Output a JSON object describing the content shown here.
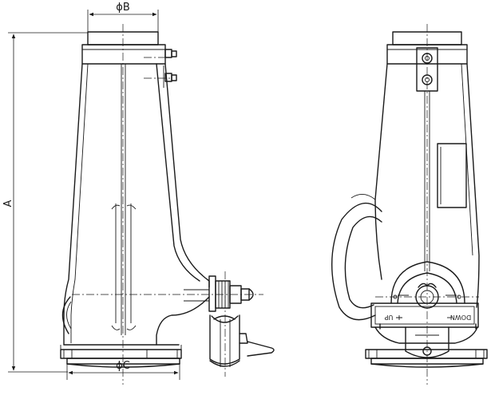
{
  "dimensions": {
    "height_label": "A",
    "top_diameter_label": "ϕB",
    "base_diameter_label": "ϕC"
  },
  "controls": {
    "up_label": "UP",
    "down_label": "DOWN"
  }
}
